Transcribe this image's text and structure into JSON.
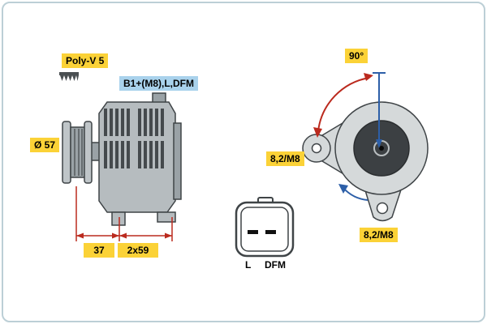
{
  "labels": {
    "poly_v": "Poly-V 5",
    "terminal": "B1+(M8),L,DFM",
    "diameter": "Ø 57",
    "dim_37": "37",
    "dim_2x59": "2x59",
    "angle": "90°",
    "hole_left": "8,2/M8",
    "hole_bottom": "8,2/M8",
    "connector_l": "L",
    "connector_dfm": "DFM"
  },
  "colors": {
    "label_yellow": "#fbd237",
    "label_blue": "#a9d2ec",
    "dim_red": "#bb2a1e",
    "line_blue": "#2d5fa8"
  }
}
